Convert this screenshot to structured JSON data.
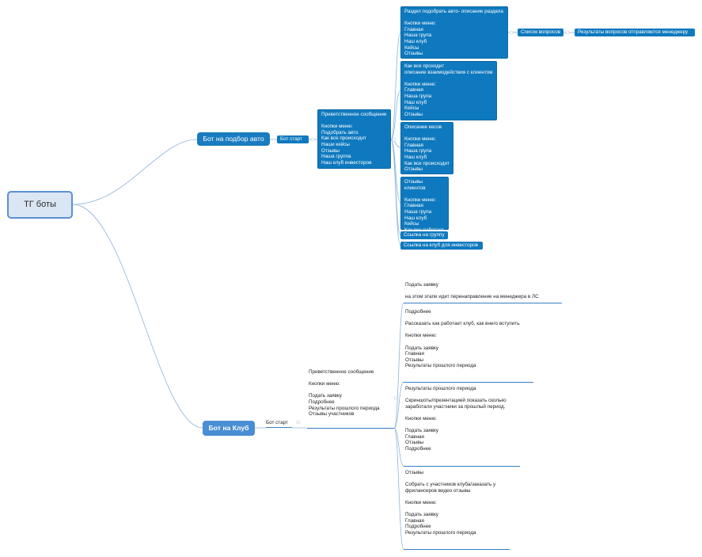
{
  "root": "ТГ боты",
  "auto_bot": {
    "title": "Бот на подбор авто",
    "start": "Бот старт",
    "welcome": "Приветственное сообщение\n\nКнопки меню:\nПодобрать авто\nКак все происходит\nНаши кейсы\nОтзывы\nНаша группа\nНаш клуб инвесторов",
    "branches": {
      "section": "Раздел подобрать авто- описание раздела\n\nКнопки меню:\nГлавная\nНаша група\nНаш клуб\nКейсы\nОтзывы",
      "questions": "Список вопросов",
      "results": "Результаты вопросов отправляются менеджеру",
      "how": "Как все проходит\nописание взаимодействия с клиентом\n\nКнопки меню:\nГлавная\nНаша група\nНаш клуб\nКейсы\nОтзывы",
      "cases": "Описание кесов\n\nКнопки меню:\nГлавная\nНаша група\nНаш клуб\nКак все происходит\nОтзывы",
      "reviews": "Отзывы клиентов\n\nКнопки меню:\nГлавная\nНаша група\nНаш клуб\nКейсы\nКак все работает",
      "group_link": "Ссылка на группу",
      "club_link": "Ссылка на клуб для инвесторов"
    }
  },
  "club_bot": {
    "title": "Бот на Клуб",
    "start": "Бот старт",
    "welcome": "Приветственное сообщение\n\nКнопки меню:\n\nПодать заявку\nПодробнее\nРезультаты прошлого периода\nОтзывы участников",
    "branches": {
      "apply": "Подать заявку\n\nна этом этапе идет перенаправление на менеджера в ЛС",
      "more": "Подробнее\n\nРассказать как работает клуб, как внего вступить\n\nКнопки меню:\n\nПодать заявку\nГлавная\nОтзывы\nРезультаты прошлого периода",
      "past": "Результаты прошлого периода\n\nСкриншоты/презентацией показать сколько\nзаработали участники за прошлый период.\n\nКнопки меню:\n\nПодать заявку\nГлавная\nОтзывы\nПодробнее",
      "reviews": "Отзывы\n\nСобрать с участников клуба/заказать у\nфрилансеров видео отзывы\n\nКнопки меню:\n\nПодать заявку\nГлавная\nПодробнее\nРезультаты прошлого периода"
    }
  }
}
